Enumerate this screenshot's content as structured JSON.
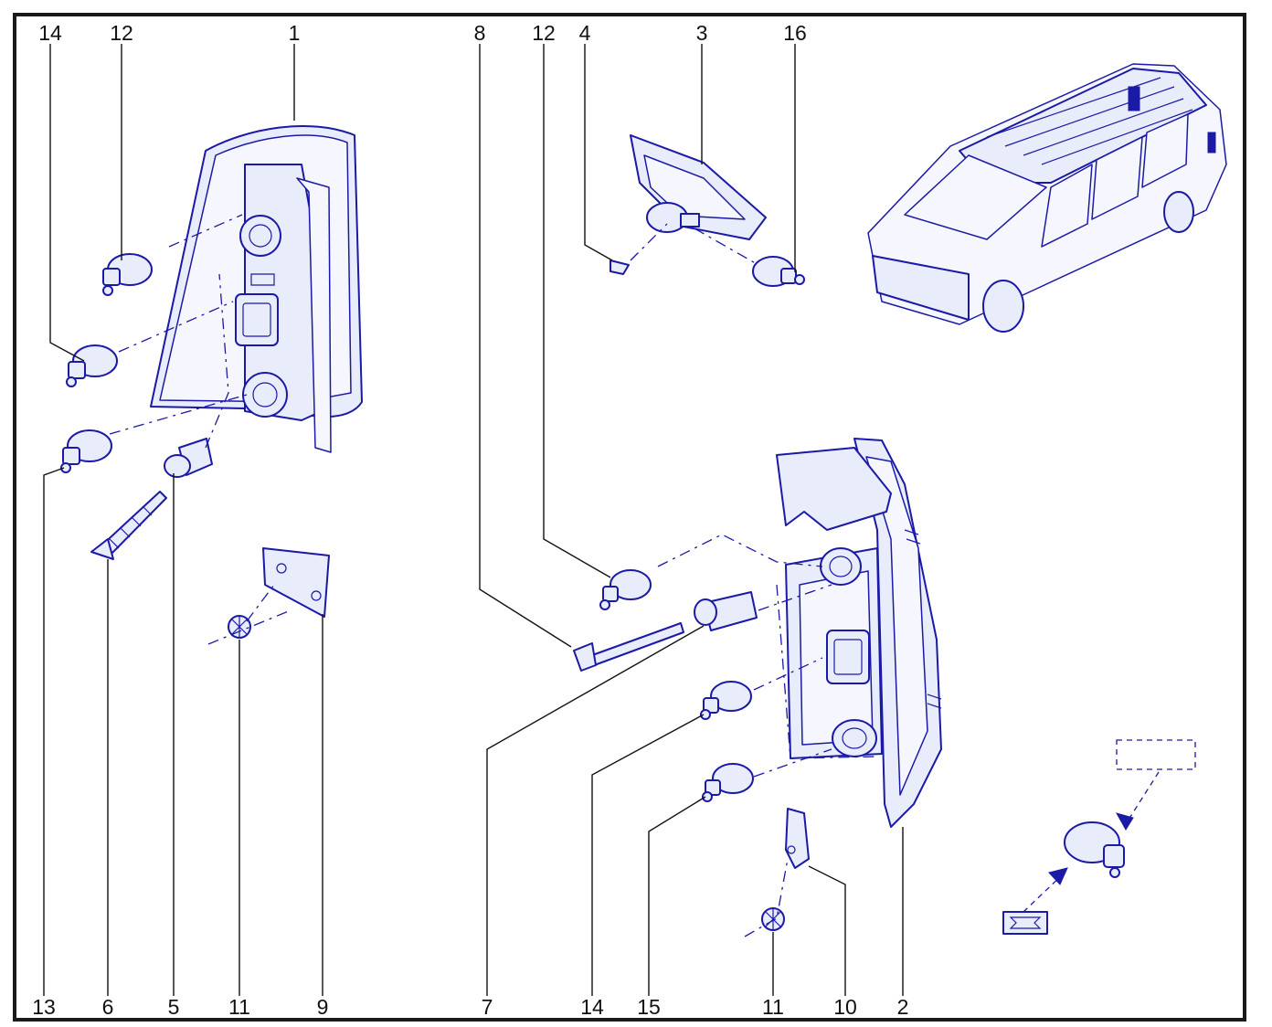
{
  "labels": {
    "top": [
      "14",
      "12",
      "1",
      "8",
      "12",
      "4",
      "3",
      "16"
    ],
    "bottom": [
      "13",
      "6",
      "5",
      "11",
      "9",
      "7",
      "14",
      "15",
      "11",
      "10",
      "2"
    ]
  },
  "colors": {
    "line": "#1a1aa6",
    "fill": "#e9ecfb",
    "frame": "#1a1a1a"
  }
}
